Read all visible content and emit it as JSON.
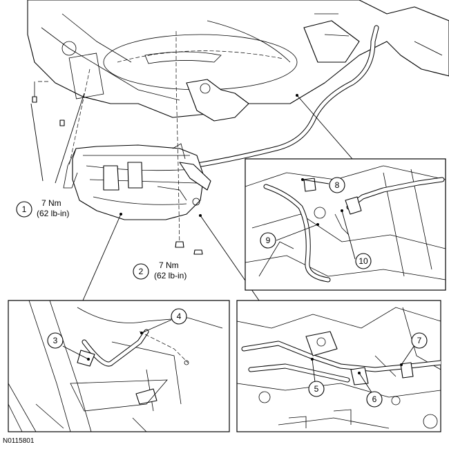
{
  "figure_id": "N0115801",
  "callouts": [
    {
      "number": "1",
      "torque_nm": "7 Nm",
      "torque_lbin": "(62 lb-in)"
    },
    {
      "number": "2",
      "torque_nm": "7 Nm",
      "torque_lbin": "(62 lb-in)"
    },
    {
      "number": "3"
    },
    {
      "number": "4"
    },
    {
      "number": "5"
    },
    {
      "number": "6"
    },
    {
      "number": "7"
    },
    {
      "number": "8"
    },
    {
      "number": "9"
    },
    {
      "number": "10"
    }
  ]
}
